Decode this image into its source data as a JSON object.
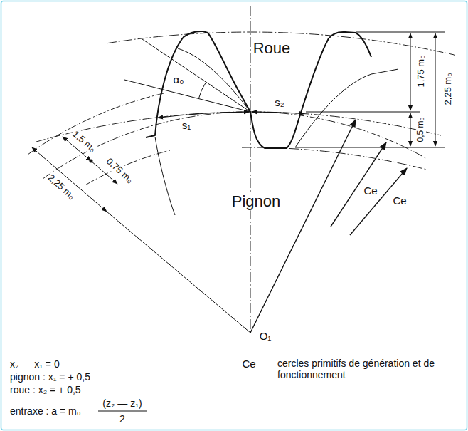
{
  "diagram": {
    "labels": [
      "Roue",
      "α₀",
      "s₂",
      "1,75 m₀",
      "2,25 m₀",
      "s₁",
      "1,5 m₀",
      "0,5 m₀",
      "0,75 m₀",
      "2,25 m₀",
      "Ce",
      "Pignon",
      "Ce",
      "O₁",
      "x₂ — x₁ = 0",
      "Ce",
      "cercles primitifs de génération et de fonctionnement",
      "pignon : x₁ = + 0,5",
      "roue : x₂ = + 0,5",
      "entraxe : a = m₀",
      "(z₂ — z₁)",
      "2"
    ]
  }
}
